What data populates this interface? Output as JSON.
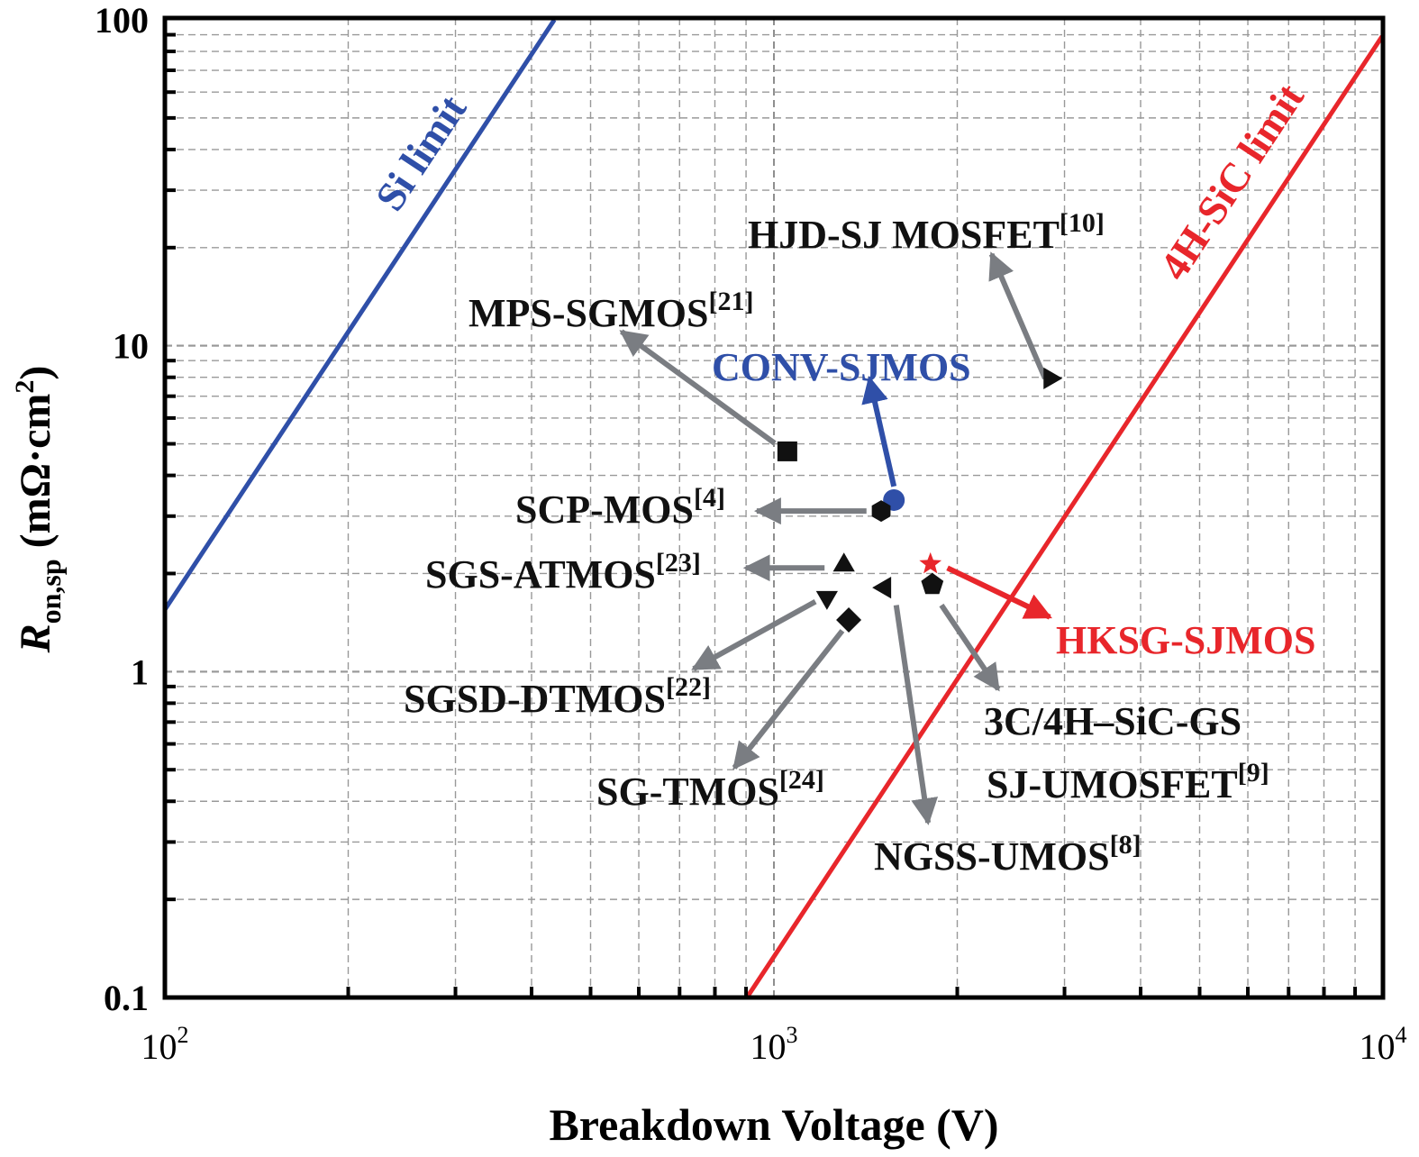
{
  "chart_data": {
    "type": "scatter",
    "title": "",
    "xlabel": "Breakdown Voltage (V)",
    "ylabel": {
      "main": "R",
      "sub": "on,sp",
      "unit": " (mΩ·cm",
      "unit_sup": "2",
      "unit_close": ")"
    },
    "xscale": "log",
    "yscale": "log",
    "xlim": [
      100,
      10000
    ],
    "ylim": [
      0.1,
      100
    ],
    "grid": true,
    "x_ticks": [
      {
        "value": 100,
        "base": "10",
        "exp": "2"
      },
      {
        "value": 1000,
        "base": "10",
        "exp": "3"
      },
      {
        "value": 10000,
        "base": "10",
        "exp": "4"
      }
    ],
    "y_ticks": [
      {
        "value": 0.1,
        "label": "0.1"
      },
      {
        "value": 1,
        "label": "1"
      },
      {
        "value": 10,
        "label": "10"
      },
      {
        "value": 100,
        "label": "100"
      }
    ],
    "limit_lines": [
      {
        "name": "Si limit",
        "color": "#2f4fa8",
        "points": [
          [
            100,
            1.55
          ],
          [
            436,
            100
          ]
        ]
      },
      {
        "name": "4H-SiC limit",
        "color": "#e8262b",
        "points": [
          [
            903,
            0.1
          ],
          [
            9970,
            89
          ]
        ]
      }
    ],
    "points": [
      {
        "marker": "square",
        "x": 1052,
        "y": 4.74,
        "color": "#111111"
      },
      {
        "marker": "circle",
        "x": 1574,
        "y": 3.36,
        "color": "#2f4fa8"
      },
      {
        "marker": "hexagon",
        "x": 1500,
        "y": 3.11,
        "color": "#111111"
      },
      {
        "marker": "triangle-up",
        "x": 1303,
        "y": 2.12,
        "color": "#111111"
      },
      {
        "marker": "triangle-down",
        "x": 1222,
        "y": 1.69,
        "color": "#111111"
      },
      {
        "marker": "diamond",
        "x": 1327,
        "y": 1.44,
        "color": "#111111"
      },
      {
        "marker": "triangle-left",
        "x": 1521,
        "y": 1.81,
        "color": "#111111"
      },
      {
        "marker": "star",
        "x": 1807,
        "y": 2.14,
        "color": "#e8262b"
      },
      {
        "marker": "pentagon",
        "x": 1820,
        "y": 1.85,
        "color": "#111111"
      },
      {
        "marker": "triangle-right",
        "x": 2838,
        "y": 7.94,
        "color": "#111111"
      }
    ],
    "annotations": [
      {
        "text": "MPS-SGMOS",
        "sup": "[21]",
        "color": "#111111",
        "arrow_color": "#7a7d82",
        "from": [
          1003,
          5.02
        ],
        "to": [
          562,
          11.05
        ]
      },
      {
        "text": "CONV-SJMOS",
        "sup": "",
        "color": "#2f4fa8",
        "arrow_color": "#2f4fa8",
        "from": [
          1574,
          3.7
        ],
        "to": [
          1435,
          7.94
        ]
      },
      {
        "text": "SCP-MOS",
        "sup": "[4]",
        "color": "#111111",
        "arrow_color": "#7a7d82",
        "from": [
          1419,
          3.11
        ],
        "to": [
          937,
          3.11
        ]
      },
      {
        "text": "SGS-ATMOS",
        "sup": "[23]",
        "color": "#111111",
        "arrow_color": "#7a7d82",
        "from": [
          1211,
          2.08
        ],
        "to": [
          899,
          2.08
        ]
      },
      {
        "text": "SGSD-DTMOS",
        "sup": "[22]",
        "color": "#111111",
        "arrow_color": "#7a7d82",
        "from": [
          1170,
          1.64
        ],
        "to": [
          738,
          1.02
        ]
      },
      {
        "text": "SG-TMOS",
        "sup": "[24]",
        "color": "#111111",
        "arrow_color": "#7a7d82",
        "from": [
          1295,
          1.335
        ],
        "to": [
          861,
          0.507
        ]
      },
      {
        "text": "NGSS-UMOS",
        "sup": "[8]",
        "color": "#111111",
        "arrow_color": "#7a7d82",
        "from": [
          1588,
          1.6
        ],
        "to": [
          1791,
          0.344
        ]
      },
      {
        "text": "3C/4H–SiC-GS",
        "sup": "",
        "text2": "SJ-UMOSFET",
        "sup2": "[9]",
        "color": "#111111",
        "arrow_color": "#7a7d82",
        "from": [
          1884,
          1.6
        ],
        "to": [
          2335,
          0.883
        ]
      },
      {
        "text": "HKSG-SJMOS",
        "sup": "",
        "color": "#e8262b",
        "arrow_color": "#e8262b",
        "from": [
          1927,
          2.08
        ],
        "to": [
          2838,
          1.47
        ]
      },
      {
        "text": "HJD-SJ MOSFET",
        "sup": "[10]",
        "color": "#111111",
        "arrow_color": "#7a7d82",
        "from": [
          2787,
          7.94
        ],
        "to": [
          2277,
          19.1
        ]
      }
    ]
  }
}
